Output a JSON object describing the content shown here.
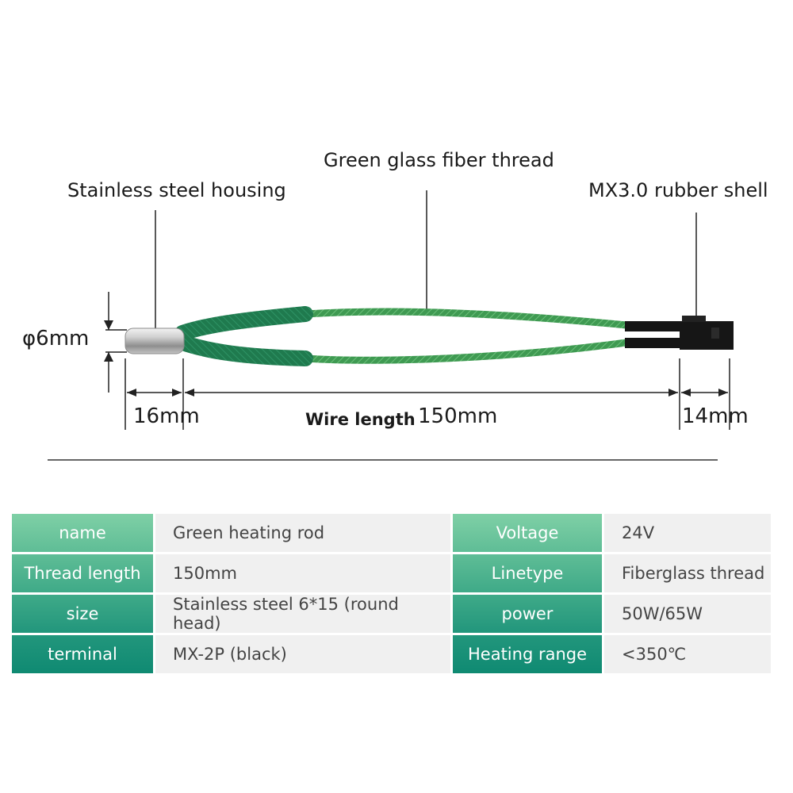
{
  "colors": {
    "wire_green": "#3f9a52",
    "wire_dark": "#2a7a3c",
    "sleeve": "#1f7a4e",
    "connector": "#151515",
    "steel": "#b8b8b8",
    "header_top": "#6fc79a",
    "header_bottom": "#0f8a72",
    "value_bg": "#f0f0f0"
  },
  "callouts": {
    "stainless": "Stainless steel housing",
    "fiber": "Green glass fiber thread",
    "shell": "MX3.0 rubber shell"
  },
  "dimensions": {
    "diameter": "φ6mm",
    "housing_len": "16mm",
    "wire_len_label": "Wire length",
    "wire_len_value": "150mm",
    "shell_len": "14mm"
  },
  "specs": [
    {
      "k1": "name",
      "v1": "Green heating rod",
      "k2": "Voltage",
      "v2": "24V"
    },
    {
      "k1": "Thread length",
      "v1": "150mm",
      "k2": "Linetype",
      "v2": "Fiberglass thread"
    },
    {
      "k1": "size",
      "v1": "Stainless steel 6*15 (round head)",
      "k2": "power",
      "v2": "50W/65W"
    },
    {
      "k1": "terminal",
      "v1": "MX-2P (black)",
      "k2": "Heating range",
      "v2": "<350℃"
    }
  ]
}
